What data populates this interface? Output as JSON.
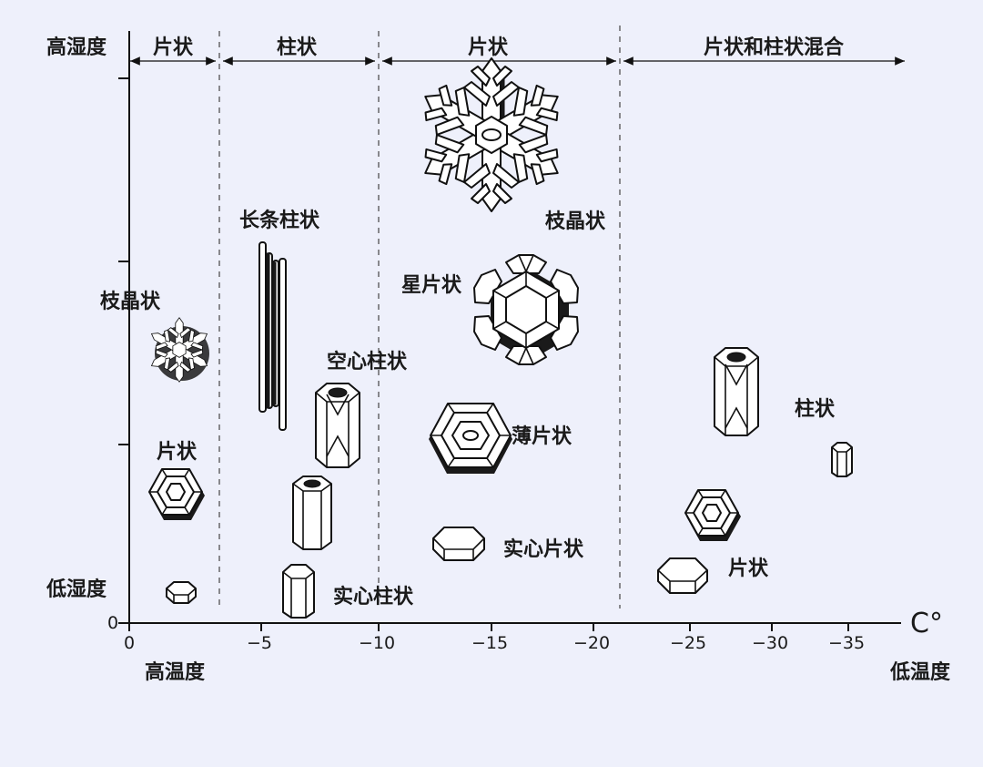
{
  "y_axis": {
    "top_label": "高湿度",
    "bottom_label": "低湿度",
    "zero_label": "0"
  },
  "x_axis": {
    "unit_label": "C°",
    "left_label": "高温度",
    "right_label": "低温度",
    "ticks": [
      "0",
      "−5",
      "−10",
      "−15",
      "−20",
      "−25",
      "−30",
      "−35"
    ]
  },
  "regions": [
    {
      "label": "片状"
    },
    {
      "label": "柱状"
    },
    {
      "label": "片状"
    },
    {
      "label": "片状和柱状混合"
    }
  ],
  "crystals": {
    "dendrite_small": "枝晶状",
    "plate_small": "片状",
    "needles": "长条柱状",
    "hollow_column": "空心柱状",
    "solid_column": "实心柱状",
    "dendrite_big": "枝晶状",
    "sector_plate": "星片状",
    "thin_plate": "薄片状",
    "solid_plate": "实心片状",
    "column_right": "柱状",
    "plate_right": "片状"
  }
}
